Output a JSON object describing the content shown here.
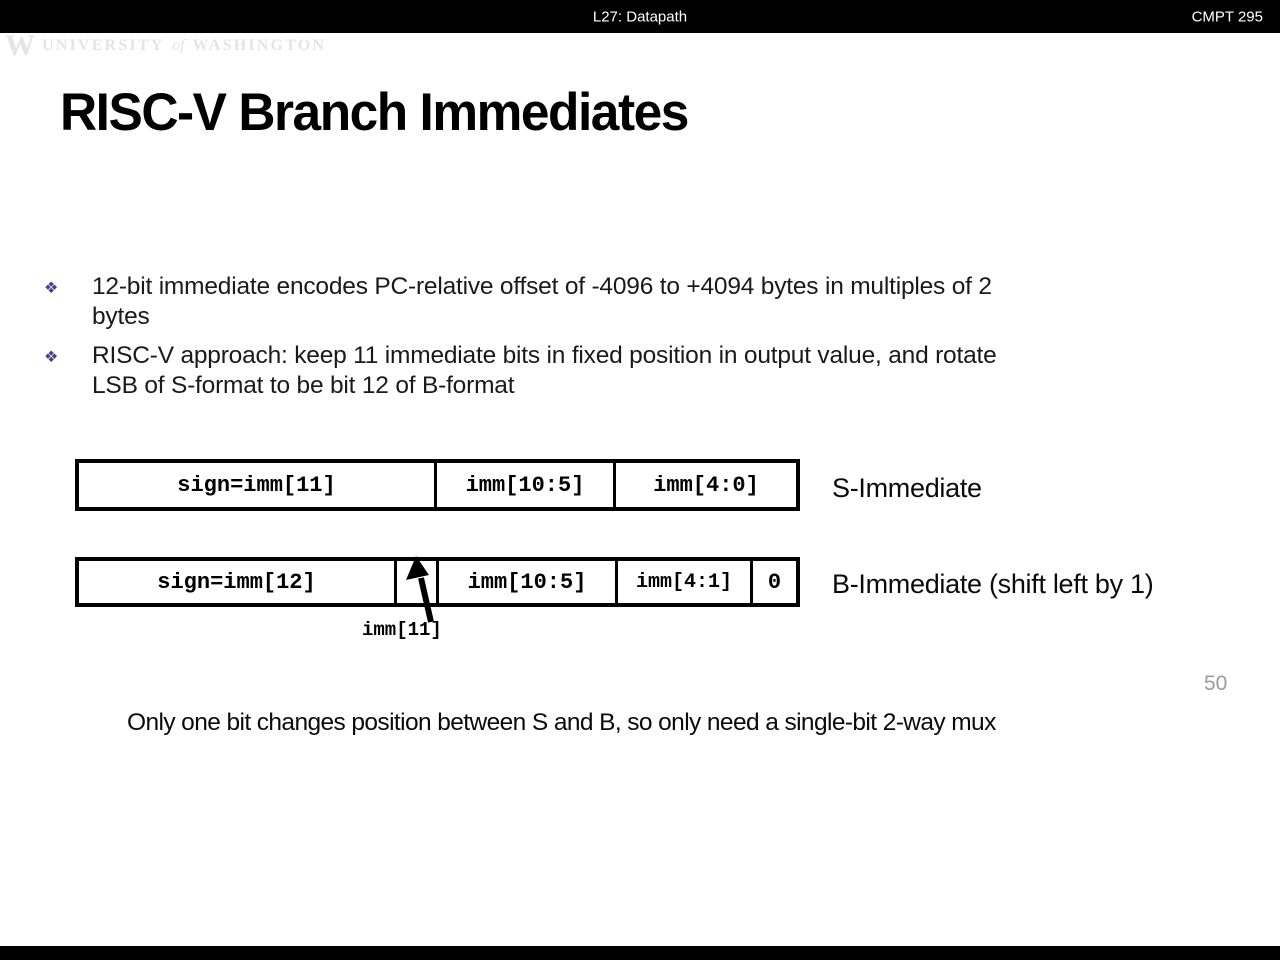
{
  "header": {
    "center": "L27: Datapath",
    "right": "CMPT 295"
  },
  "logo": {
    "mark": "W",
    "university": "UNIVERSITY",
    "of": "of",
    "washington": "WASHINGTON"
  },
  "slide": {
    "title": "RISC-V Branch Immediates",
    "bullets": [
      {
        "lines": [
          "12-bit immediate encodes PC-relative offset of -4096 to +4094 bytes in multiples of 2",
          "bytes"
        ]
      },
      {
        "lines": [
          "RISC-V approach: keep 11 immediate bits in fixed position in output value, and rotate",
          "LSB of S-format to be bit 12 of B-format"
        ]
      }
    ],
    "caption": "Only one bit changes position between S and B, so only need a single-bit 2-way mux",
    "page_number": "50"
  },
  "diagram": {
    "s_row": {
      "label": "S-Immediate",
      "cells": [
        "sign=imm[11]",
        "imm[10:5]",
        "imm[4:0]"
      ]
    },
    "b_row": {
      "label": "B-Immediate (shift left by 1)",
      "cells": [
        "sign=imm[12]",
        "imm[10:5]",
        "imm[4:1]",
        "0"
      ],
      "mux_bit_label": "imm[11]"
    }
  },
  "colors": {
    "bullet_marker": "#4a3e8e",
    "bar_background": "#000000",
    "page_number": "#9b9b9b"
  }
}
